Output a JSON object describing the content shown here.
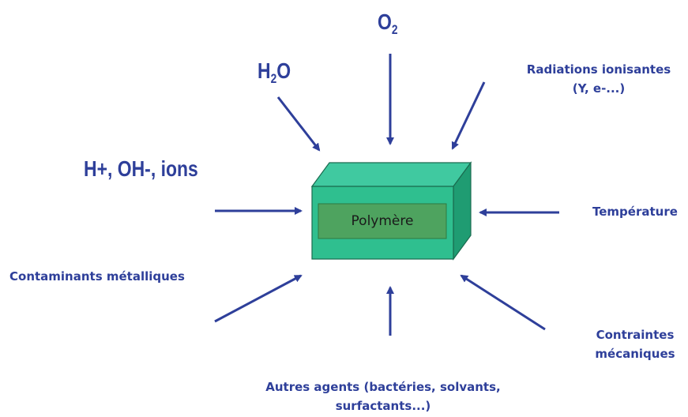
{
  "center": {
    "label": "Polymère"
  },
  "labels": {
    "o2": {
      "main": "O",
      "sub": "2"
    },
    "h2o": {
      "pre": "H",
      "sub": "2",
      "post": "O"
    },
    "ions": "H+, OH-, ions",
    "radiations_line1": "Radiations ionisantes",
    "radiations_line2": "(Y, e-...)",
    "temperature": "Température",
    "contaminants": "Contaminants  métalliques",
    "contraintes_line1": "Contraintes",
    "contraintes_line2": "mécaniques",
    "autres_line1": "Autres agents (bactéries, solvants,",
    "autres_line2": "surfactants...)"
  },
  "colors": {
    "arrow": "#2e3f9a",
    "box_front": "#2fbf8f",
    "box_top": "#40c9a0",
    "box_side": "#1f9c72",
    "box_inner": "#4ea35f"
  }
}
